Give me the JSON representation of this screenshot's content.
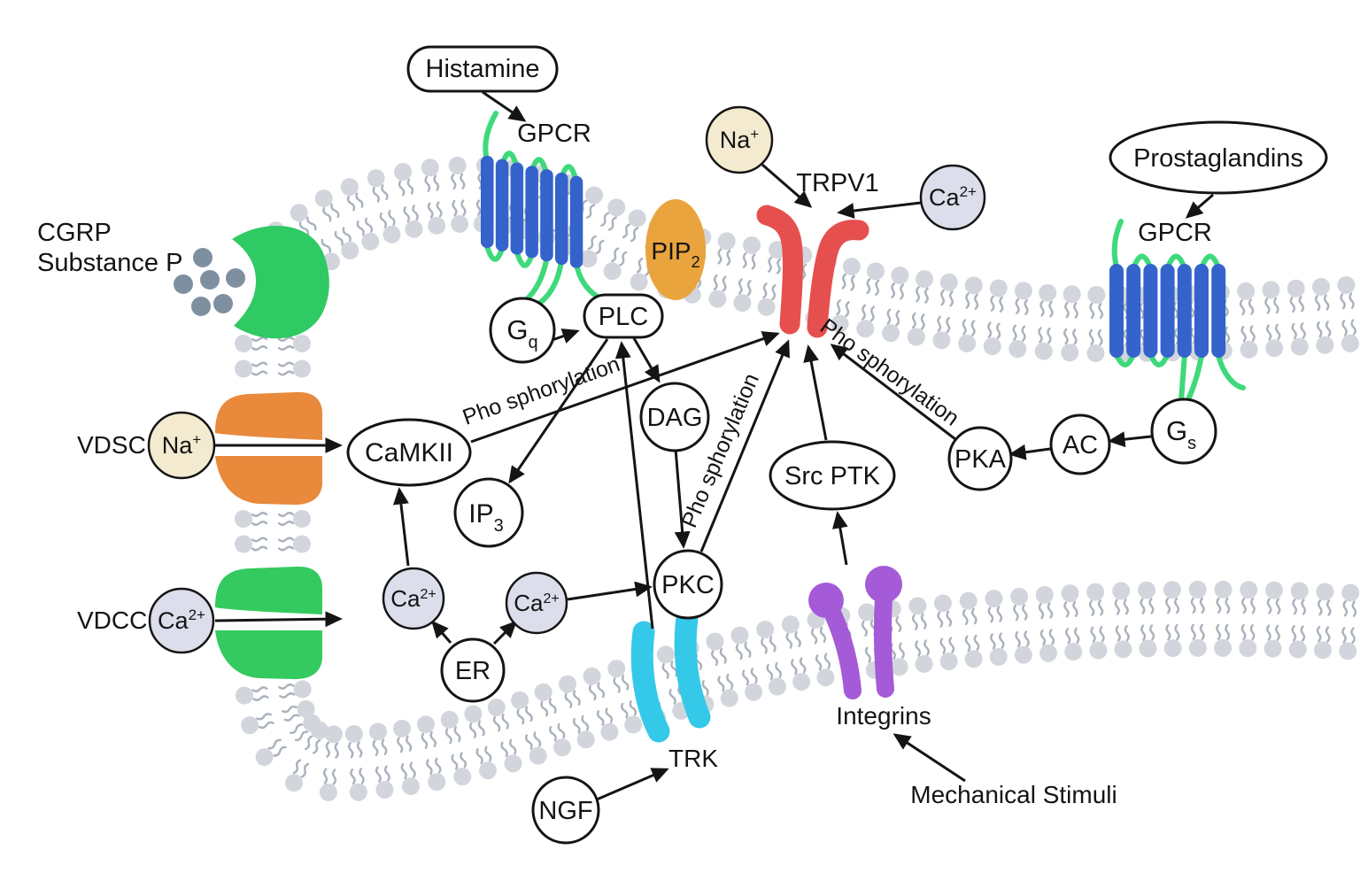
{
  "colors": {
    "ink": "#141414",
    "membrane_head": "#d2d6dc",
    "membrane_tail": "#aab2bc",
    "gpcr_helix": "#3363cb",
    "gpcr_loop": "#3ed97b",
    "trpv1": "#e5504f",
    "pip2": "#eaa43e",
    "neuropeptide_receptor": "#2fca64",
    "vesicle_dot": "#7e90a0",
    "vdsc": "#e8893c",
    "vdcc": "#35ca5f",
    "trk": "#35c9e9",
    "integrin": "#a55ad8",
    "na_fill": "#f3ead0",
    "ca_fill": "#dcdeeb"
  },
  "labels": {
    "histamine": "Histamine",
    "prostaglandins": "Prostaglandins",
    "gpcr": "GPCR",
    "trpv1": "TRPV1",
    "cgrp_line1": "CGRP",
    "cgrp_line2": "Substance P",
    "vdsc": "VDSC",
    "vdcc": "VDCC",
    "trk": "TRK",
    "ngf": "NGF",
    "integrins": "Integrins",
    "mechanical_stimuli": "Mechanical Stimuli",
    "phosphorylation": "Pho sphorylation",
    "plc": "PLC",
    "dag": "DAG",
    "pkc": "PKC",
    "er": "ER",
    "camkii": "CaMKII",
    "pka": "PKA",
    "ac": "AC",
    "src_ptk": "Src PTK"
  },
  "ions": {
    "na": {
      "base": "Na",
      "sup": "+"
    },
    "ca": {
      "base": "Ca",
      "sup": "2+"
    }
  },
  "subscripted": {
    "gq": {
      "base": "G",
      "sub": "q"
    },
    "gs": {
      "base": "G",
      "sub": "s"
    },
    "pip2": {
      "base": "PIP",
      "sub": "2"
    },
    "ip3": {
      "base": "IP",
      "sub": "3"
    }
  }
}
